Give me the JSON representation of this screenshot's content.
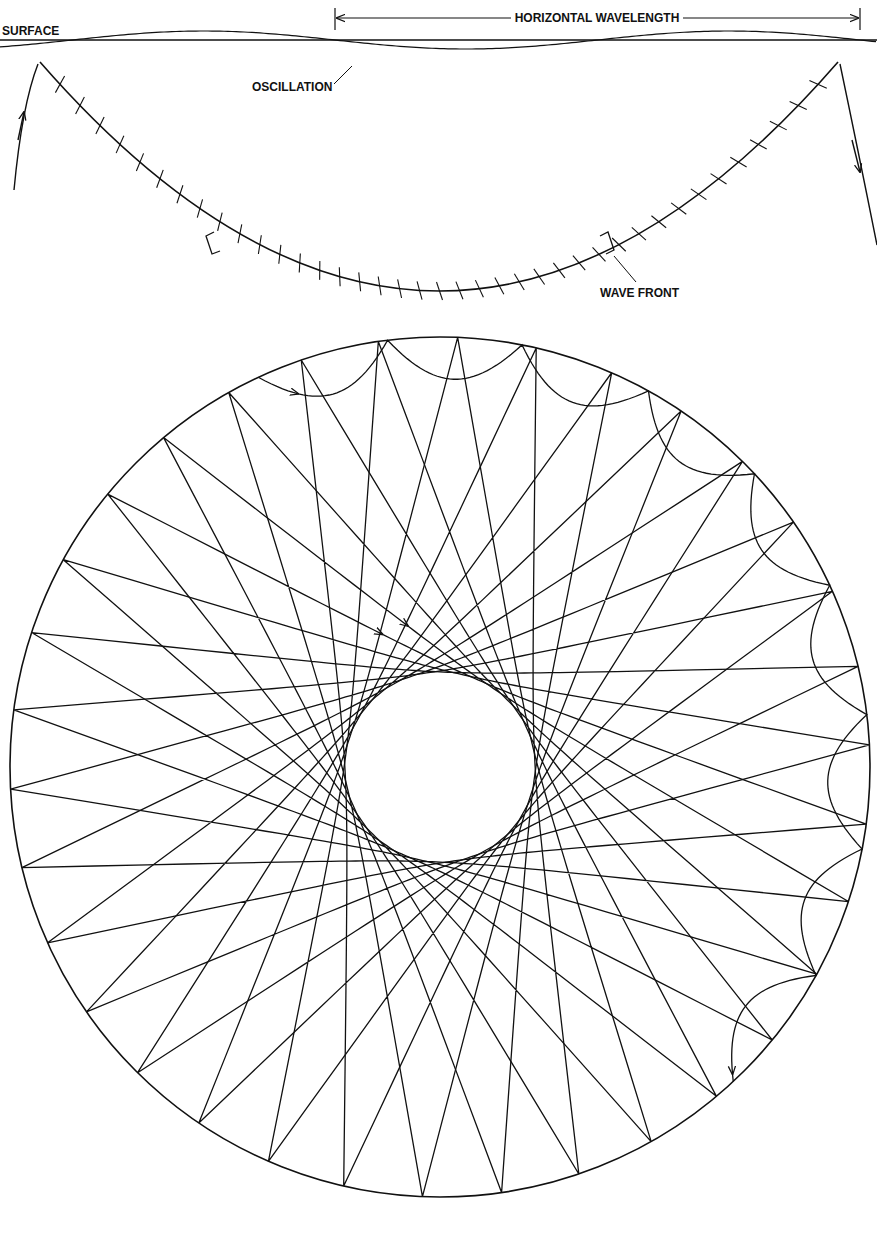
{
  "diagram": {
    "labels": [
      "SURFACE",
      "HORIZONTAL WAVELENGTH",
      "OSCILLATION",
      "WAVE FRONT"
    ]
  }
}
